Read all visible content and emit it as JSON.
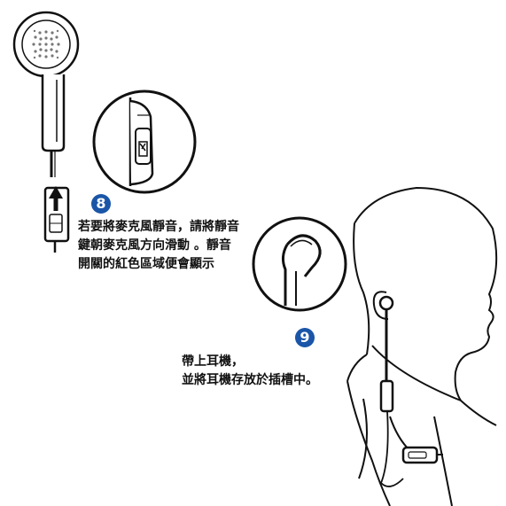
{
  "steps": [
    {
      "number": "8",
      "lines": [
        "若要將麥克風靜音，請將靜音",
        "鍵朝麥克風方向滑動 。靜音",
        "開關的紅色區域便會顯示"
      ]
    },
    {
      "number": "9",
      "lines": [
        "帶上耳機，",
        "並將耳機存放於插槽中。"
      ]
    }
  ],
  "colors": {
    "badge": "#1a55a8",
    "line": "#111111",
    "background": "#ffffff"
  }
}
